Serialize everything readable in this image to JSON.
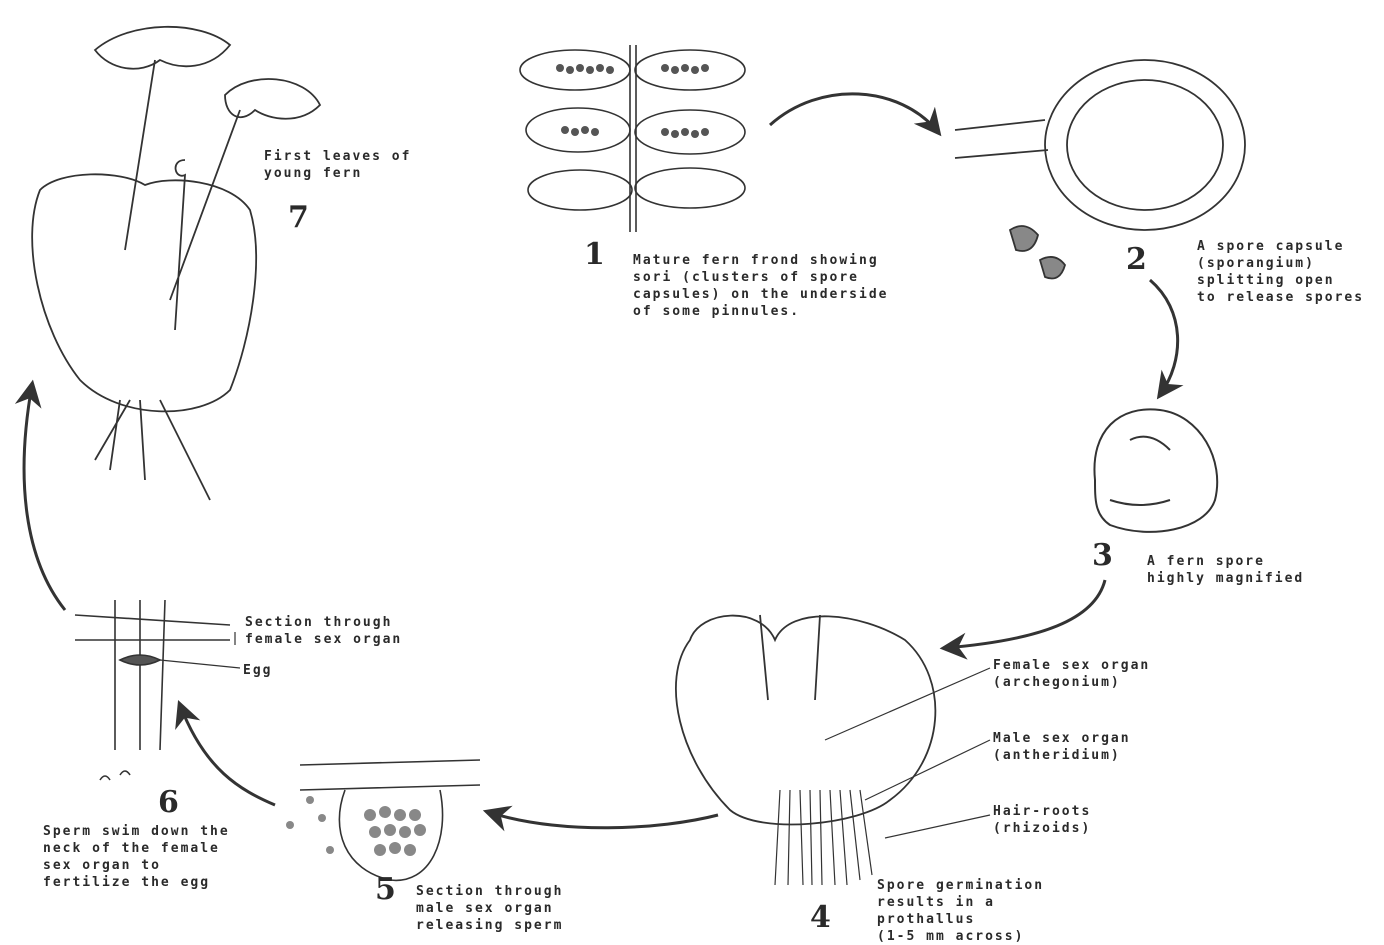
{
  "stages": [
    {
      "number": "1",
      "caption": "Mature fern frond showing\nsori (clusters of spore\ncapsules) on the underside\nof some pinnules."
    },
    {
      "number": "2",
      "caption": "A spore capsule\n(sporangium)\nsplitting open\nto release spores"
    },
    {
      "number": "3",
      "caption": "A fern spore\nhighly magnified"
    },
    {
      "number": "4",
      "caption": "Spore germination\nresults in a\nprothallus\n(1-5 mm across)"
    },
    {
      "number": "5",
      "caption": "Section through\nmale sex organ\nreleasing sperm"
    },
    {
      "number": "6",
      "caption": "Sperm swim down the\nneck of the female\nsex organ to\nfertilize the egg"
    },
    {
      "number": "7",
      "caption": "First leaves of\nyoung fern"
    }
  ],
  "labels": {
    "female_organ": "Female sex organ\n(archegonium)",
    "male_organ": "Male sex organ\n(antheridium)",
    "hair_roots": "Hair-roots\n(rhizoids)",
    "section_female": "Section through\nfemale sex organ",
    "egg": "Egg"
  }
}
